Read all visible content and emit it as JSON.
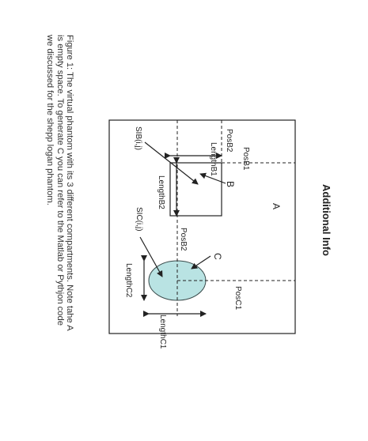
{
  "header": {
    "title": "Additional Info"
  },
  "caption": {
    "lines": [
      "Figure 1: The virtual phantom with its 3 different compartments. Note tahe A",
      "is empty space. To generate C you can refer to the Matlab or Pythjon code",
      "we discussed for the shepp logan phantom."
    ]
  },
  "diagram": {
    "labels": {
      "A": "A",
      "B": "B",
      "C": "C",
      "posB1": "PosB1",
      "posB2_top": "PosB2",
      "posB2_mid": "PosB2",
      "lengthB1": "LengthB1",
      "lengthB2": "LengthB2",
      "sib": "SIB(i,j)",
      "sic": "SIC(i,j)",
      "posC1": "PosC1",
      "lengthC1": "LengthC1",
      "lengthC2": "LengthC2"
    },
    "colors": {
      "stroke": "#222222",
      "ellipse_fill": "#b9e3e3",
      "ellipse_stroke": "#3a4b4b"
    }
  }
}
